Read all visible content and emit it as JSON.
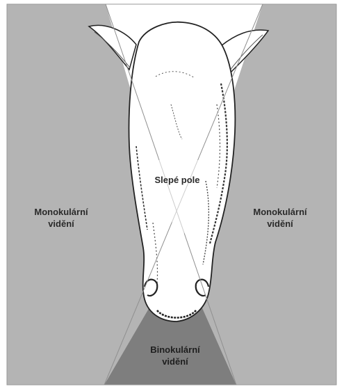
{
  "labels": {
    "monocular_left": [
      "Monokulární",
      "vidění"
    ],
    "monocular_right": [
      "Monokulární",
      "vidění"
    ],
    "blind_field": "Slepé pole",
    "binocular": [
      "Binokulární",
      "vidění"
    ]
  },
  "colors": {
    "monocular_field": "#b4b4b4",
    "binocular_field": "#7e7e7e",
    "blind_field": "#ffffff",
    "outline": "#222222"
  },
  "image": {
    "subject": "horse-head-top-view",
    "regions": [
      "monocular-left",
      "monocular-right",
      "blind-field",
      "binocular-field"
    ]
  }
}
